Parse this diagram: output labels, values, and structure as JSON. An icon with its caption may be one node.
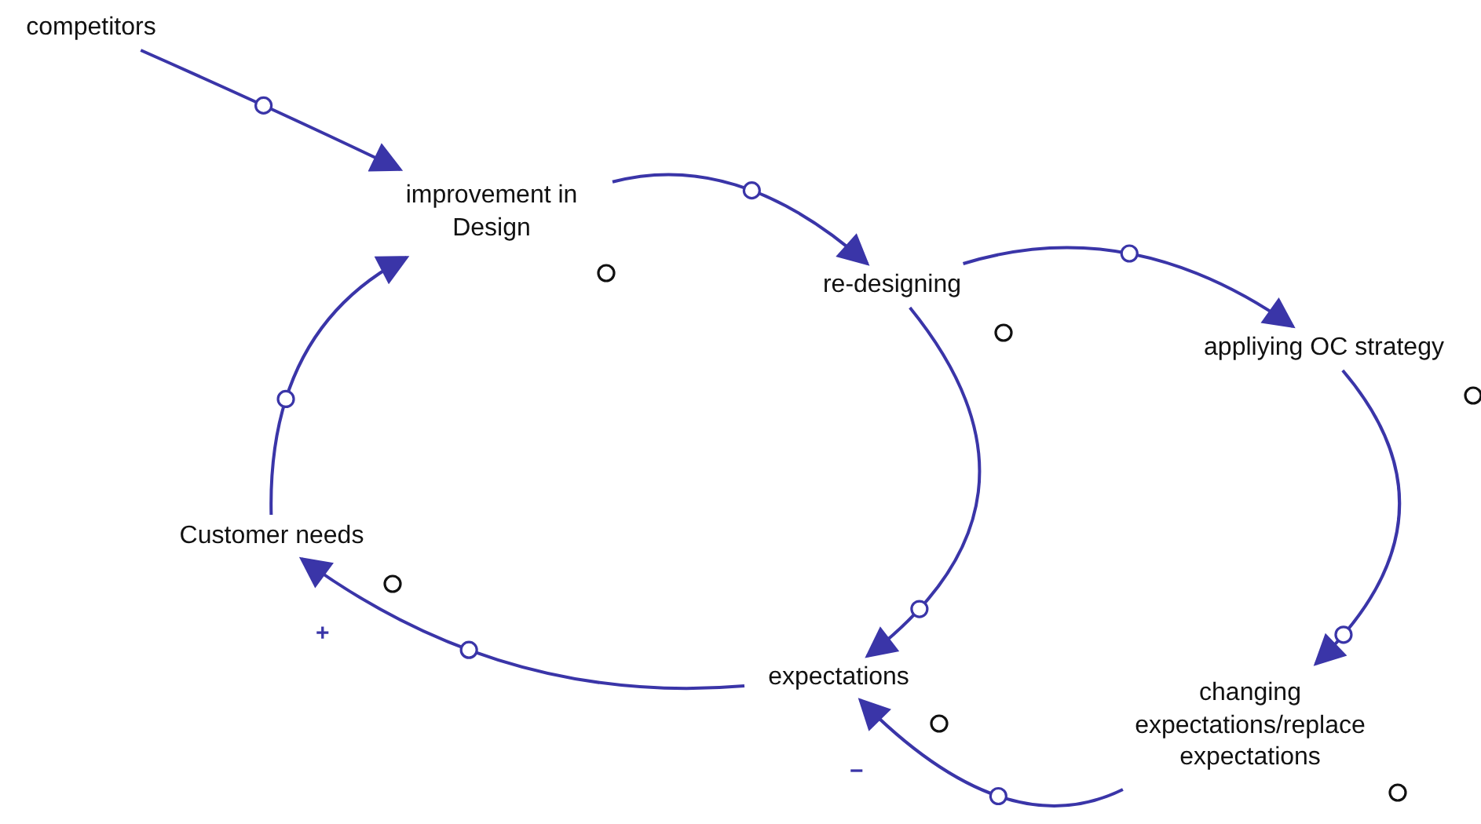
{
  "diagram": {
    "nodes": [
      {
        "text": [
          "competitors"
        ]
      },
      {
        "text": [
          "improvement in Design"
        ]
      },
      {
        "text": [
          "re-designing"
        ]
      },
      {
        "text": [
          "appliying OC strategy"
        ]
      },
      {
        "text": [
          "Customer needs"
        ]
      },
      {
        "text": [
          "expectations"
        ]
      },
      {
        "text": [
          "changing expectations/replace expectations"
        ]
      }
    ],
    "edges": [
      {
        "from": 0,
        "to": 1,
        "arrow": "to"
      },
      {
        "from": 1,
        "to": 2,
        "arrow": "to"
      },
      {
        "from": 2,
        "to": 3,
        "arrow": "to"
      },
      {
        "from": 3,
        "to": 6,
        "arrow": "to"
      },
      {
        "from": 2,
        "to": 5,
        "arrow": "to"
      },
      {
        "from": 6,
        "to": 5,
        "arrow": "to",
        "label": "−"
      },
      {
        "from": 5,
        "to": 4,
        "arrow": "to",
        "label": "+"
      },
      {
        "from": 4,
        "to": 1,
        "arrow": "to"
      }
    ]
  }
}
